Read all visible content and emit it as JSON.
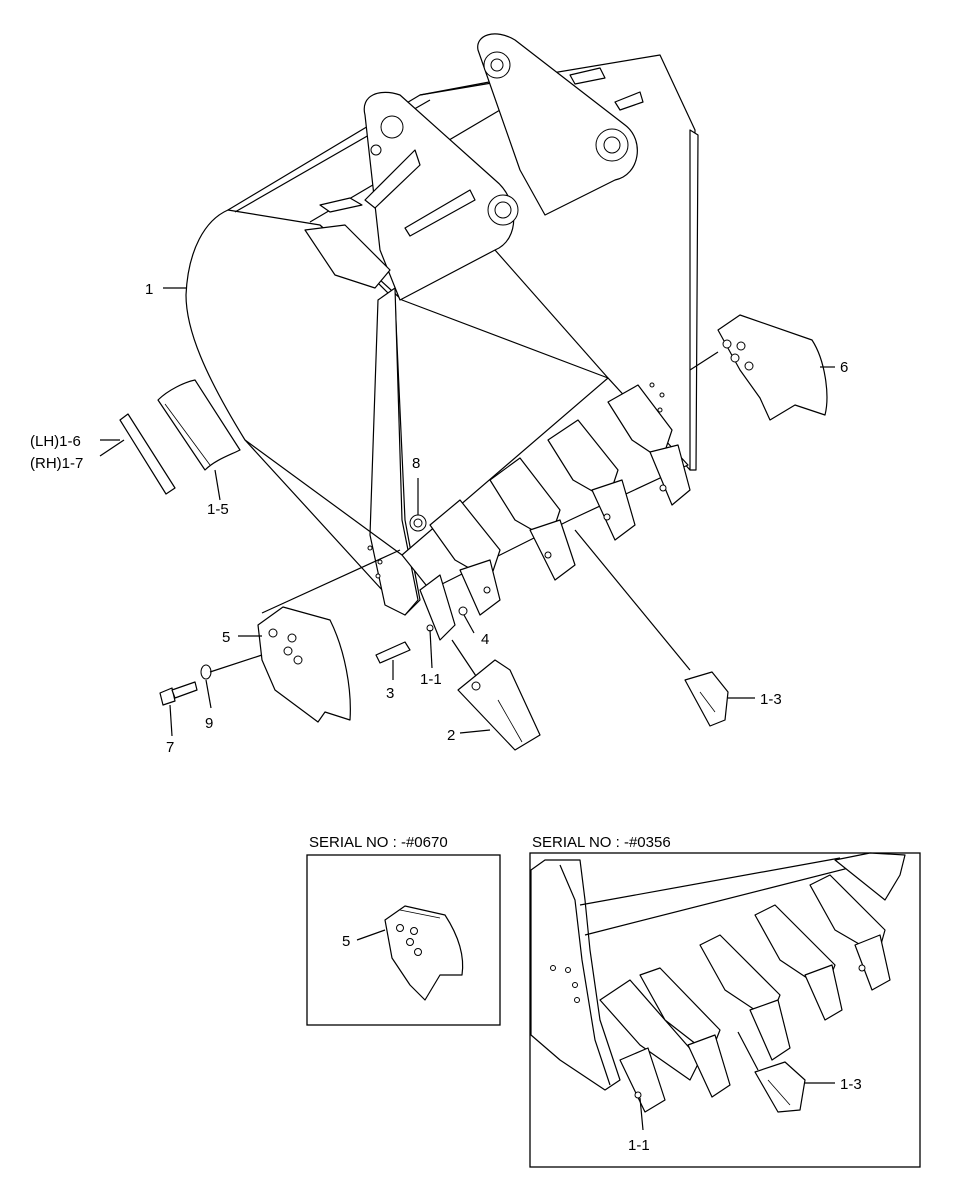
{
  "callouts": {
    "c1": "1",
    "c1_6": "(LH)1-6",
    "c1_7": "(RH)1-7",
    "c1_5": "1-5",
    "c8": "8",
    "c6": "6",
    "c5": "5",
    "c4": "4",
    "c3": "3",
    "c1_1": "1-1",
    "c9": "9",
    "c7": "7",
    "c2": "2",
    "c1_3": "1-3"
  },
  "inset_a": {
    "title": "SERIAL NO : -#0670",
    "callout_5": "5"
  },
  "inset_b": {
    "title": "SERIAL NO : -#0356",
    "callout_1_3": "1-3",
    "callout_1_1": "1-1"
  }
}
